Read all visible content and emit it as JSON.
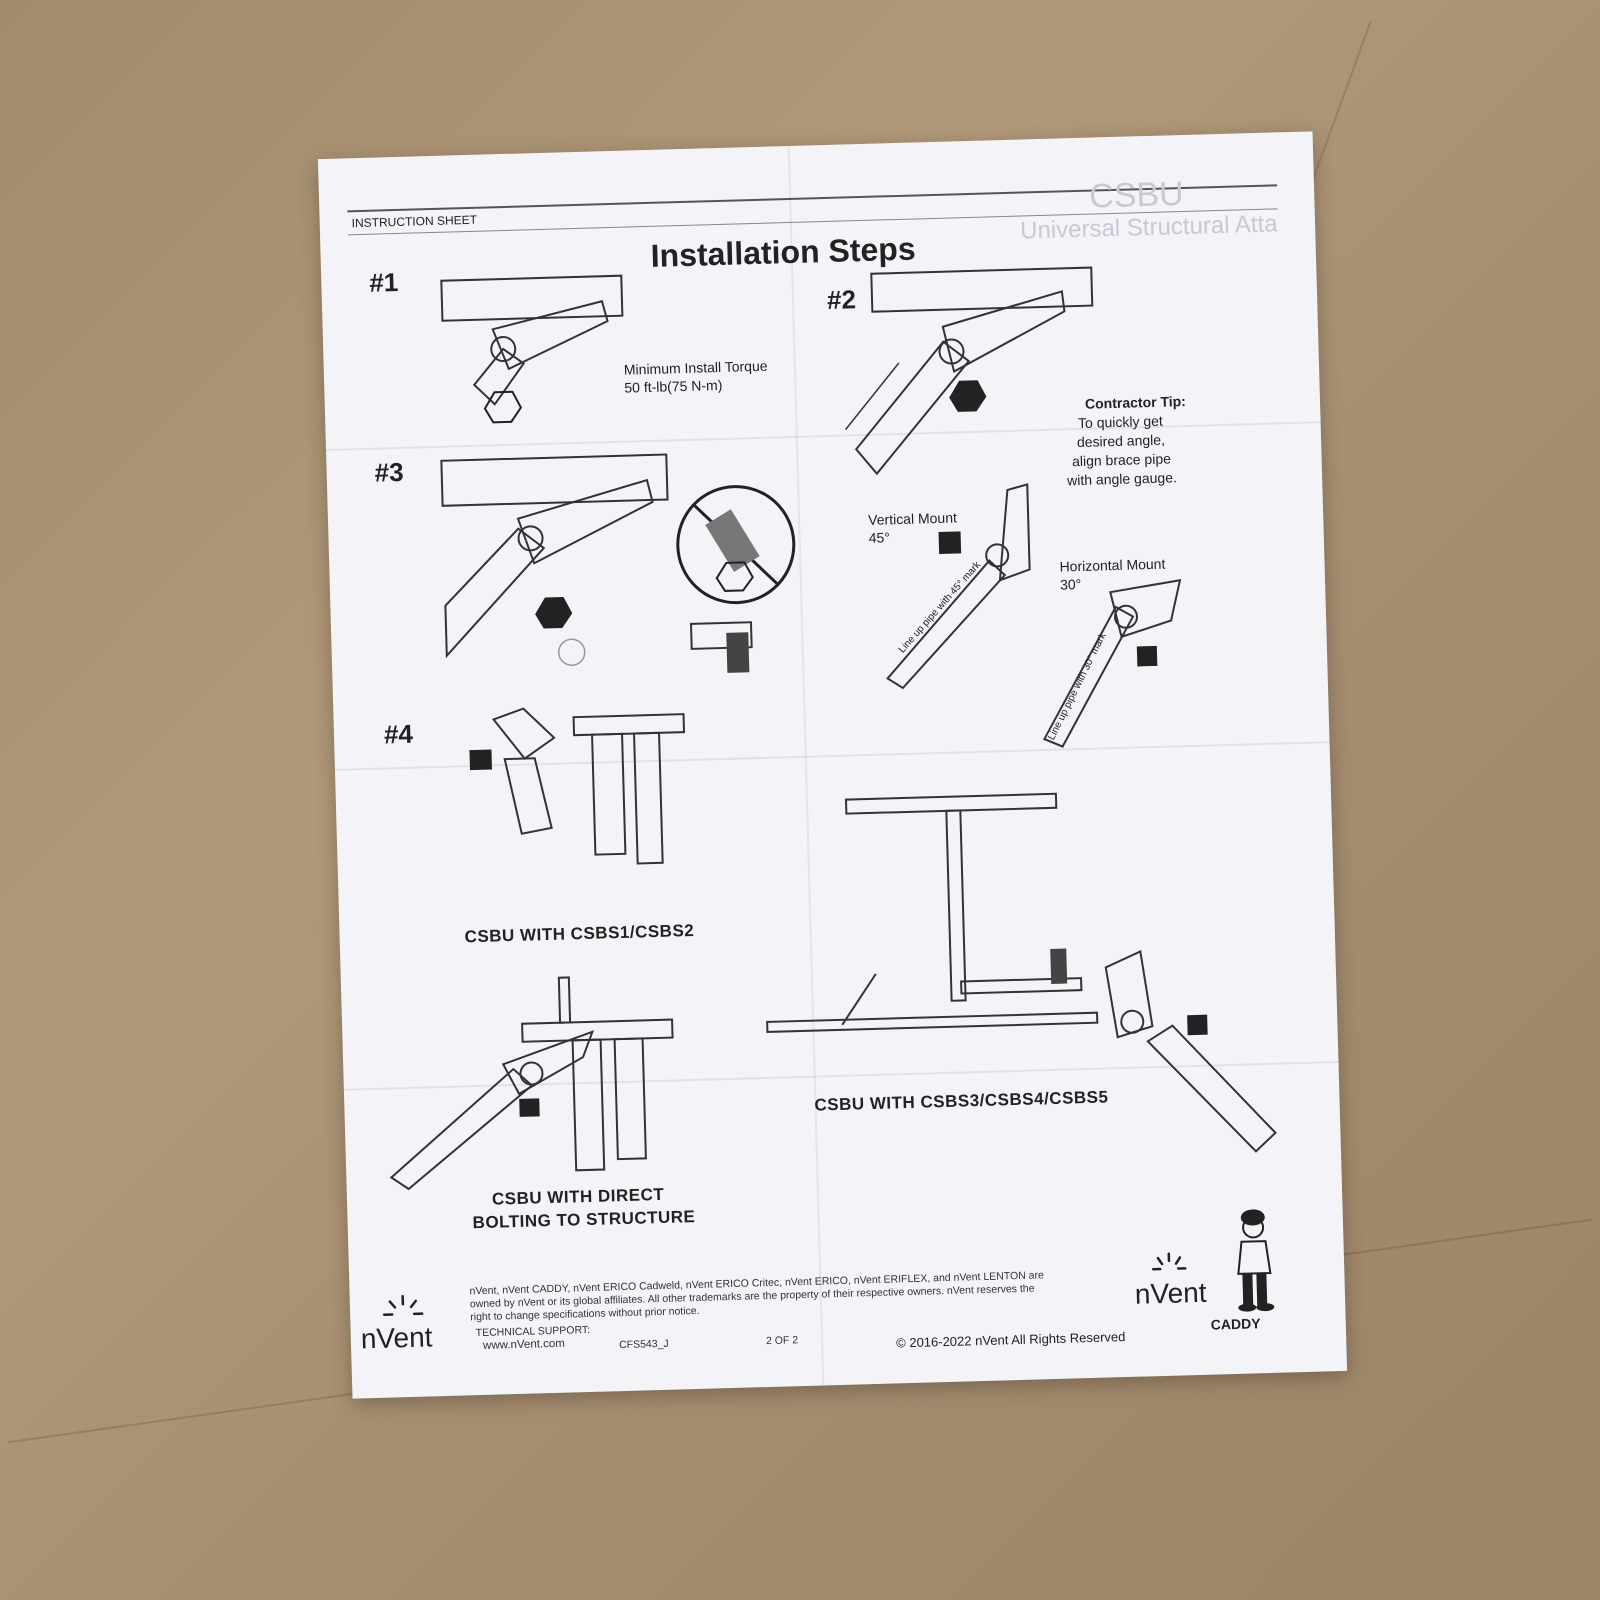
{
  "sheet": {
    "header_label": "INSTRUCTION SHEET",
    "title": "Installation Steps",
    "ghost_lines": [
      "CSBU",
      "Universal Structural Atta"
    ]
  },
  "steps": [
    {
      "label": "#1",
      "note": "Minimum Install Torque\n50 ft-lb(75 N-m)"
    },
    {
      "label": "#2"
    },
    {
      "label": "#3"
    },
    {
      "label": "#4"
    }
  ],
  "tip": {
    "heading": "Contractor Tip:",
    "text": "To quickly get\ndesired angle,\nalign brace pipe\nwith angle gauge."
  },
  "mounts": {
    "vertical": {
      "label": "Vertical Mount",
      "angle": "45°",
      "pipe_text": "Line up pipe with 45° mark"
    },
    "horizontal": {
      "label": "Horizontal Mount",
      "angle": "30°",
      "pipe_text": "Line up pipe with 30° mark"
    }
  },
  "captions": {
    "csbs1_2": "CSBU WITH CSBS1/CSBS2",
    "direct_1": "CSBU WITH DIRECT",
    "direct_2": "BOLTING TO STRUCTURE",
    "csbs3_5": "CSBU WITH CSBS3/CSBS4/CSBS5"
  },
  "footer": {
    "legal_1": "nVent, nVent CADDY, nVent ERICO Cadweld, nVent ERICO Critec, nVent ERICO, nVent ERIFLEX, and nVent LENTON are",
    "legal_2": "owned by nVent or its global affiliates. All other trademarks are the property of their respective owners. nVent reserves the",
    "legal_3": "right to change specifications without prior notice.",
    "support_label": "TECHNICAL SUPPORT:",
    "support_url": "www.nVent.com",
    "doc_code": "CFS543_J",
    "page": "2 OF 2",
    "copyright": "© 2016-2022 nVent All Rights Reserved",
    "brand": "nVent",
    "brand_sub": "CADDY"
  }
}
